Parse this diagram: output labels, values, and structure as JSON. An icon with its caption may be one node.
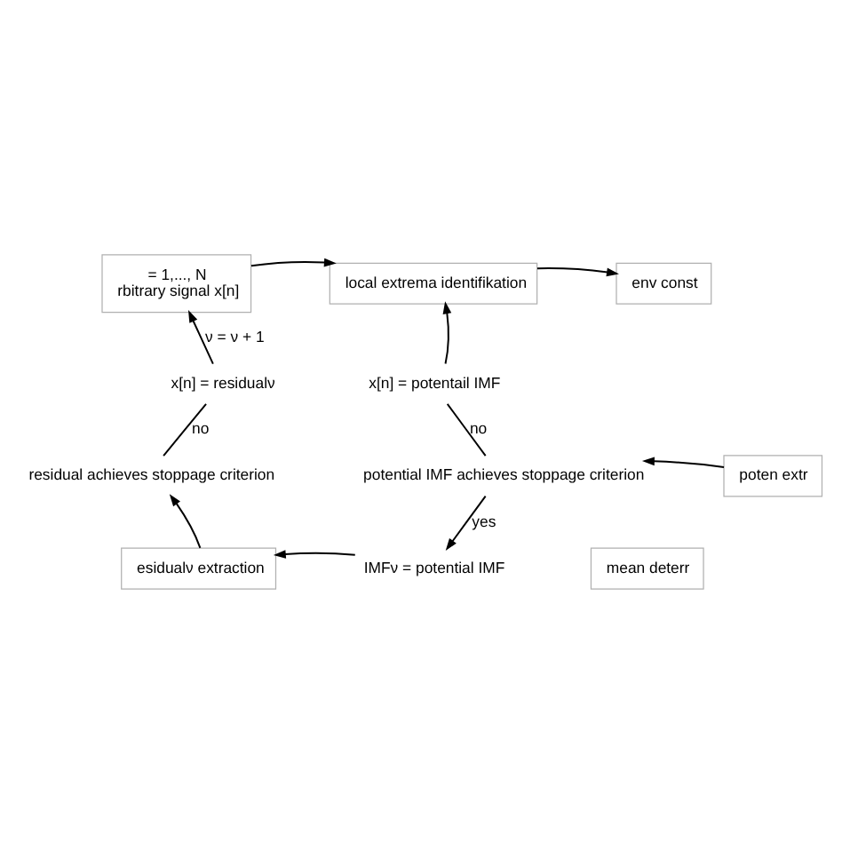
{
  "diagram": {
    "nodes": [
      {
        "text": [
          "= 1,..., N",
          "rbitrary signal x[n]"
        ]
      },
      {
        "text": [
          "local extrema identifikation"
        ]
      },
      {
        "text": [
          "env const"
        ]
      },
      {
        "text": [
          "x[n] = residualν"
        ]
      },
      {
        "text": [
          "x[n] = potentail IMF"
        ]
      },
      {
        "text": [
          "residual achieves stoppage criterion"
        ]
      },
      {
        "text": [
          "potential IMF achieves stoppage criterion"
        ]
      },
      {
        "text": [
          "poten extr"
        ]
      },
      {
        "text": [
          "esidualν extraction"
        ]
      },
      {
        "text": [
          "IMFν = potential IMF"
        ]
      },
      {
        "text": [
          "mean deterr"
        ]
      }
    ],
    "edges": [
      {
        "from": 0,
        "to": 1,
        "arrow": "to"
      },
      {
        "from": 1,
        "to": 2,
        "arrow": "to"
      },
      {
        "from": 3,
        "to": 0,
        "arrow": "to",
        "label": "ν = ν + 1"
      },
      {
        "from": 4,
        "to": 1,
        "arrow": "to"
      },
      {
        "from": 5,
        "to": 3,
        "arrow": "none",
        "label": "no"
      },
      {
        "from": 6,
        "to": 4,
        "arrow": "none",
        "label": "no"
      },
      {
        "from": 7,
        "to": 6,
        "arrow": "to"
      },
      {
        "from": 6,
        "to": 9,
        "arrow": "to",
        "label": "yes"
      },
      {
        "from": 9,
        "to": 8,
        "arrow": "to"
      },
      {
        "from": 8,
        "to": 5,
        "arrow": "to"
      }
    ]
  }
}
